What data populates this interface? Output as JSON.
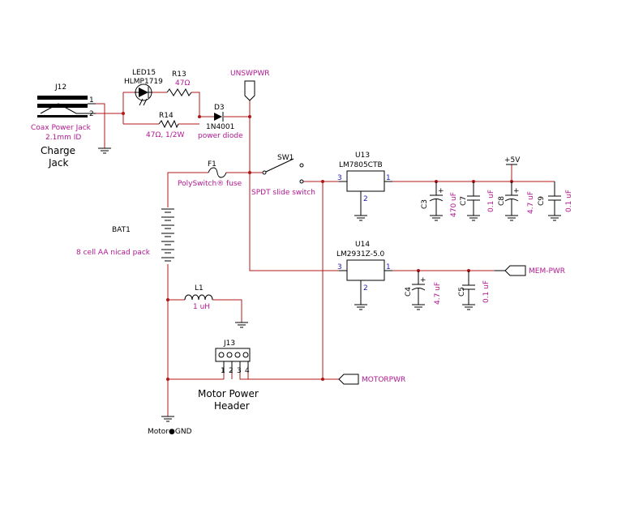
{
  "components": {
    "j12": {
      "ref": "J12",
      "desc1": "Coax Power Jack",
      "desc2": "2.1mm ID",
      "label1": "Charge",
      "label2": "Jack",
      "pin1": "1",
      "pin2": "2"
    },
    "led15": {
      "ref": "LED15",
      "part": "HLMP1719"
    },
    "r13": {
      "ref": "R13",
      "value": "47Ω"
    },
    "r14": {
      "ref": "R14",
      "value": "47Ω, 1/2W"
    },
    "d3": {
      "ref": "D3",
      "part": "1N4001",
      "desc": "power diode"
    },
    "unswpwr": {
      "label": "UNSWPWR"
    },
    "sw1": {
      "ref": "SW1",
      "desc": "SPDT slide switch"
    },
    "f1": {
      "ref": "F1",
      "desc": "PolySwitch® fuse"
    },
    "bat1": {
      "ref": "BAT1",
      "desc": "8 cell AA nicad pack"
    },
    "l1": {
      "ref": "L1",
      "value": "1 uH"
    },
    "u13": {
      "ref": "U13",
      "part": "LM7805CTB",
      "pin_in": "3",
      "pin_out": "1",
      "pin_gnd": "2"
    },
    "u14": {
      "ref": "U14",
      "part": "LM2931Z-5.0",
      "pin_in": "3",
      "pin_out": "1",
      "pin_gnd": "2"
    },
    "c3": {
      "ref": "C3",
      "value": "470 uF"
    },
    "c7": {
      "ref": "C7",
      "value": "0.1 uF"
    },
    "c8": {
      "ref": "C8",
      "value": "4.7 uF"
    },
    "c9": {
      "ref": "C9",
      "value": "0.1 uF"
    },
    "c4": {
      "ref": "C4",
      "value": "4.7 uF"
    },
    "c5": {
      "ref": "C5",
      "value": "0.1 uF"
    },
    "plus5v": {
      "label": "+5V"
    },
    "mem_pwr": {
      "label": "MEM-PWR"
    },
    "motorpwr": {
      "label": "MOTORPWR"
    },
    "j13": {
      "ref": "J13",
      "pins": [
        "1",
        "2",
        "3",
        "4"
      ],
      "label1": "Motor Power",
      "label2": "Header"
    },
    "motor_gnd": {
      "label": "Motor●GND"
    },
    "polarity_plus": "+"
  },
  "colors": {
    "wire": "#b01818",
    "symbol": "#000000",
    "value_text": "#b01890",
    "pin_number": "#2020b0"
  }
}
